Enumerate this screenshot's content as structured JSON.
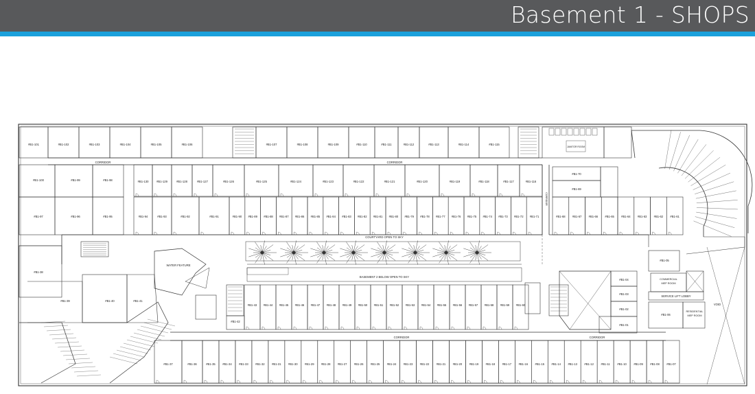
{
  "header": {
    "title": "Basement 1 - SHOPS"
  },
  "colors": {
    "header_bg": "#58595b",
    "accent": "#1ba1dc",
    "line": "#333333"
  },
  "labels": {
    "corridor": "CORRIDOR",
    "courtyard": "COURTYARD OPEN TO SKY",
    "basement2": "BASEMENT 2 BELOW OPEN TO SKY",
    "water_feature": "WATER FEATURE",
    "commercial_mep": "COMMERCIAL MEP ROOM",
    "service_lift": "SERVICE LIFT LOBBY",
    "residential_mep": "RESIDENTIAL MEP ROOM",
    "void": "VOID",
    "janitor": "JANITOR ROOM"
  },
  "shops": {
    "row1": [
      "#B1-101",
      "#B1-102",
      "#B1-103",
      "#B1-104",
      "#B1-105",
      "#B1-106",
      "#B1-107",
      "#B1-108",
      "#B1-109",
      "#B1-110",
      "#B1-111",
      "#B1-112",
      "#B1-113",
      "#B1-114",
      "#B1-115"
    ],
    "row2": [
      "#B1-130",
      "#B1-129",
      "#B1-128",
      "#B1-127",
      "#B1-126",
      "#B1-125",
      "#B1-124",
      "#B1-123",
      "#B1-122",
      "#B1-121",
      "#B1-120",
      "#B1-119",
      "#B1-118",
      "#B1-117",
      "#B1-116"
    ],
    "row3": [
      "#B1-94",
      "#B1-93",
      "#B1-92",
      "#B1-91",
      "#B1-90",
      "#B1-89",
      "#B1-88",
      "#B1-87",
      "#B1-86",
      "#B1-85",
      "#B1-84",
      "#B1-83",
      "#B1-82",
      "#B1-81",
      "#B1-80",
      "#B1-79",
      "#B1-78",
      "#B1-77",
      "#B1-76",
      "#B1-75",
      "#B1-74",
      "#B1-73",
      "#B1-72",
      "#B1-71"
    ],
    "row3_right": [
      "#B1-68",
      "#B1-67",
      "#B1-66",
      "#B1-65",
      "#B1-64",
      "#B1-63",
      "#B1-62",
      "#B1-61"
    ],
    "left_col": [
      "#B1-100",
      "#B1-99",
      "#B1-98",
      "#B1-97",
      "#B1-96",
      "#B1-95"
    ],
    "east": [
      "#B1-70",
      "#B1-69"
    ],
    "row4": [
      "#B1-43",
      "#B1-44",
      "#B1-45",
      "#B1-46",
      "#B1-47",
      "#B1-48",
      "#B1-49",
      "#B1-50",
      "#B1-51",
      "#B1-52",
      "#B1-53",
      "#B1-54",
      "#B1-55",
      "#B1-56",
      "#B1-57",
      "#B1-58",
      "#B1-59",
      "#B1-60"
    ],
    "west": [
      "#B1-38",
      "#B1-39",
      "#B1-40",
      "#B1-41",
      "#B1-42"
    ],
    "row5": [
      "#B1-37",
      "#B1-36",
      "#B1-35",
      "#B1-34",
      "#B1-33",
      "#B1-32",
      "#B1-31",
      "#B1-30",
      "#B1-29",
      "#B1-28",
      "#B1-27",
      "#B1-26",
      "#B1-25",
      "#B1-24",
      "#B1-23",
      "#B1-22",
      "#B1-21",
      "#B1-20",
      "#B1-19",
      "#B1-18",
      "#B1-17",
      "#B1-16",
      "#B1-15",
      "#B1-14",
      "#B1-13",
      "#B1-12",
      "#B1-11",
      "#B1-10",
      "#B1-09",
      "#B1-08",
      "#B1-07"
    ],
    "southeast": [
      "#B1-01",
      "#B1-02",
      "#B1-03",
      "#B1-04",
      "#B1-05",
      "#B1-06"
    ]
  }
}
